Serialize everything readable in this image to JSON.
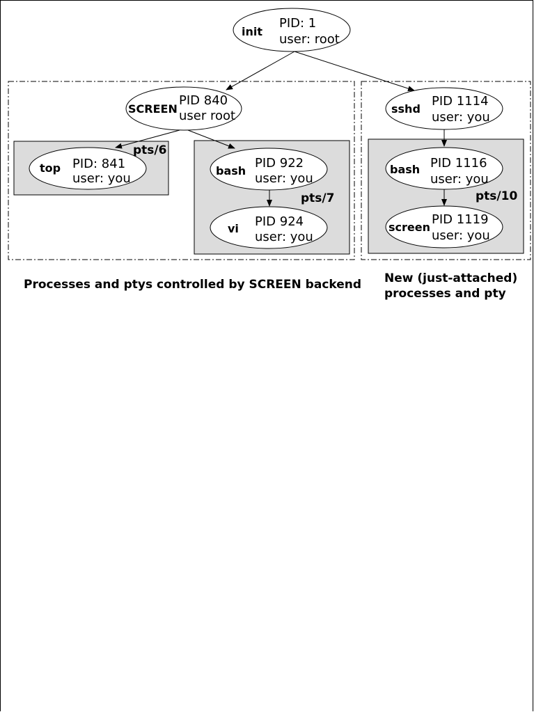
{
  "nodes": {
    "init": {
      "name": "init",
      "pid": "PID: 1",
      "user": "user: root"
    },
    "screen_backend": {
      "name": "SCREEN",
      "pid": "PID 840",
      "user": "user root"
    },
    "sshd": {
      "name": "sshd",
      "pid": "PID 1114",
      "user": "user: you"
    },
    "top": {
      "name": "top",
      "pid": "PID: 841",
      "user": "user: you"
    },
    "bash1": {
      "name": "bash",
      "pid": "PID 922",
      "user": "user: you"
    },
    "vi": {
      "name": "vi",
      "pid": "PID 924",
      "user": "user: you"
    },
    "bash2": {
      "name": "bash",
      "pid": "PID 1116",
      "user": "user: you"
    },
    "screen_client": {
      "name": "screen",
      "pid": "PID 1119",
      "user": "user: you"
    }
  },
  "ptys": {
    "pts6": "pts/6",
    "pts7": "pts/7",
    "pts10": "pts/10"
  },
  "captions": {
    "left": "Processes and ptys controlled by SCREEN backend",
    "right_line1": "New (just-attached)",
    "right_line2": "processes and pty"
  }
}
